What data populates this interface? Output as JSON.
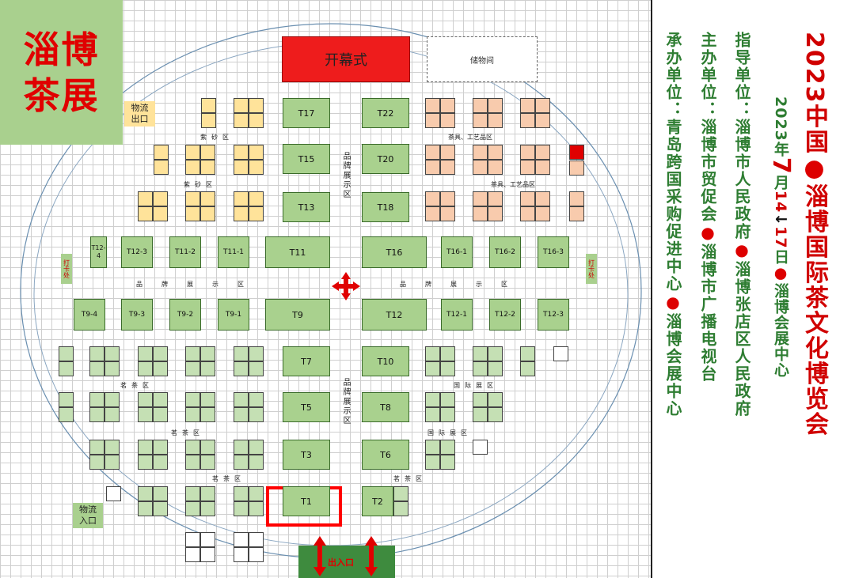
{
  "title": {
    "line1": "淄博",
    "line2": "茶展"
  },
  "stage": {
    "opening": "开幕式",
    "storage": "储物间"
  },
  "tags": {
    "logistics_exit": "物流\n出口",
    "logistics_entry": "物流\n入口",
    "checkin": "打卡处",
    "entrance": "出入口"
  },
  "zones": {
    "brand": "品牌展示区",
    "brand_v": "品牌展示区",
    "zisha": "紫砂区",
    "teaware": "茶具、工艺品区",
    "tea": "茗茶区",
    "intl": "国际展区"
  },
  "large_booths": [
    {
      "id": "T17"
    },
    {
      "id": "T15"
    },
    {
      "id": "T13"
    },
    {
      "id": "T22"
    },
    {
      "id": "T20"
    },
    {
      "id": "T18"
    },
    {
      "id": "T12-4"
    },
    {
      "id": "T12-3"
    },
    {
      "id": "T11-2"
    },
    {
      "id": "T11-1"
    },
    {
      "id": "T11"
    },
    {
      "id": "T16"
    },
    {
      "id": "T16-1"
    },
    {
      "id": "T16-2"
    },
    {
      "id": "T16-3"
    },
    {
      "id": "T9-4"
    },
    {
      "id": "T9-3"
    },
    {
      "id": "T9-2"
    },
    {
      "id": "T9-1"
    },
    {
      "id": "T9"
    },
    {
      "id": "T12"
    },
    {
      "id": "T12-1"
    },
    {
      "id": "T12-2"
    },
    {
      "id": "T12-3"
    },
    {
      "id": "T7"
    },
    {
      "id": "T10"
    },
    {
      "id": "T5"
    },
    {
      "id": "T8"
    },
    {
      "id": "T3"
    },
    {
      "id": "T6"
    },
    {
      "id": "T1"
    },
    {
      "id": "T2"
    }
  ],
  "right_panel": {
    "col1": {
      "head": "2023中国",
      "tail": "淄博国际茶文化博览会"
    },
    "col2": {
      "a": "2023年",
      "month": "7",
      "b": "月",
      "d1": "14",
      "arrow": "↓",
      "d2": "17",
      "c": "日",
      "venue": "淄博会展中心"
    },
    "col3": {
      "label": "指导单位：",
      "org1": "淄博市人民政府",
      "org2": "淄博张店区人民政府"
    },
    "col4": {
      "label": "主办单位：",
      "org1": "淄博市贸促会",
      "org2": "淄博市广播电视台"
    },
    "col5": {
      "label": "承办单位：",
      "org1": "青岛跨国采购促进中心",
      "org2": "淄博会展中心"
    },
    "colors": {
      "red": "#d00000",
      "green": "#2e7d32"
    }
  }
}
